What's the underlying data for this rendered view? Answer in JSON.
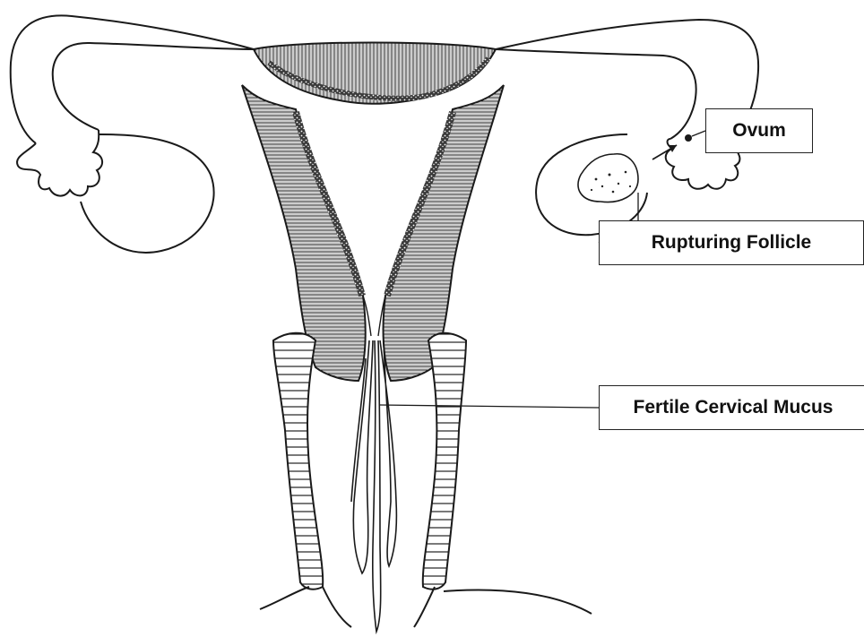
{
  "labels": {
    "ovum": "Ovum",
    "rupturing_follicle": "Rupturing Follicle",
    "fertile_cervical_mucus": "Fertile Cervical Mucus"
  },
  "colors": {
    "line": "#1a1a1a",
    "tissue_fill": "#8c8c8c",
    "background": "#ffffff"
  }
}
